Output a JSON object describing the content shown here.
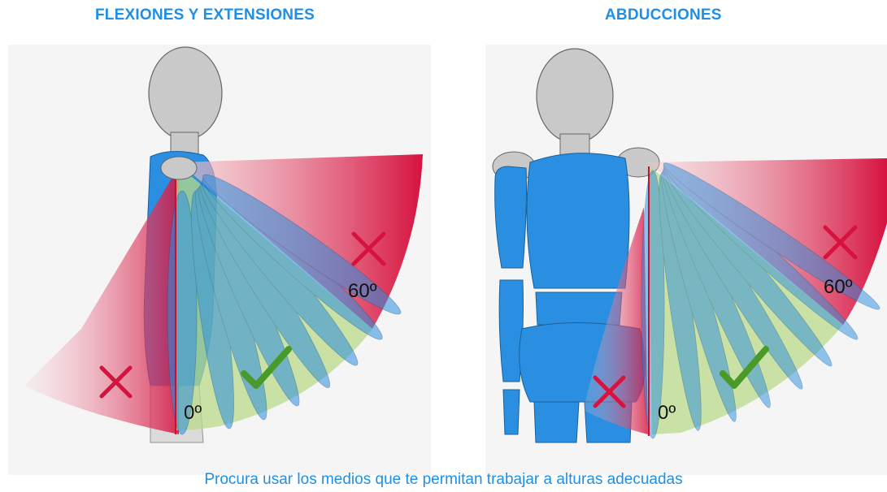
{
  "titles": {
    "left": "FLEXIONES Y EXTENSIONES",
    "right": "ABDUCCIONES"
  },
  "left_panel": {
    "angle_low": "0º",
    "angle_high": "60º",
    "allowed_icon": "checkmark-icon",
    "forbidden_icon": "cross-icon"
  },
  "right_panel": {
    "angle_low": "0º",
    "angle_high": "60º",
    "allowed_icon": "checkmark-icon",
    "forbidden_icon": "cross-icon"
  },
  "footer": "Procura usar los medios que te permitan trabajar a alturas adecuadas",
  "colors": {
    "title": "#1e8fe6",
    "body": "#2a8fe0",
    "head": "#c9c9c9",
    "forbidden": "#d6123f",
    "allowed": "#b9d98a",
    "check": "#4a9a2a"
  }
}
